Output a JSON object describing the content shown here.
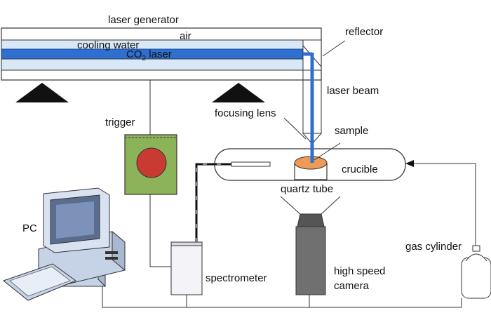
{
  "labels": {
    "laser_generator": "laser generator",
    "air": "air",
    "cooling_water": "cooling water",
    "co2_main": "CO",
    "co2_sub": "2",
    "co2_suffix": " laser",
    "reflector": "reflector",
    "laser_beam": "laser beam",
    "focusing_lens": "focusing lens",
    "sample": "sample",
    "crucible": "crucible",
    "trigger": "trigger",
    "quartz_tube": "quartz tube",
    "pc": "PC",
    "gas_cylinder_line1": "gas cylinder",
    "spectrometer": "spectrometer",
    "high_speed_line1": "high speed",
    "high_speed_line2": "camera"
  },
  "colors": {
    "beam": "#2f6fd0",
    "cooling_band": "#d9e8f6",
    "trigger_box": "#8cb25a",
    "trigger_button": "#c93a33",
    "sample": "#f09a57",
    "camera": "#707070"
  }
}
